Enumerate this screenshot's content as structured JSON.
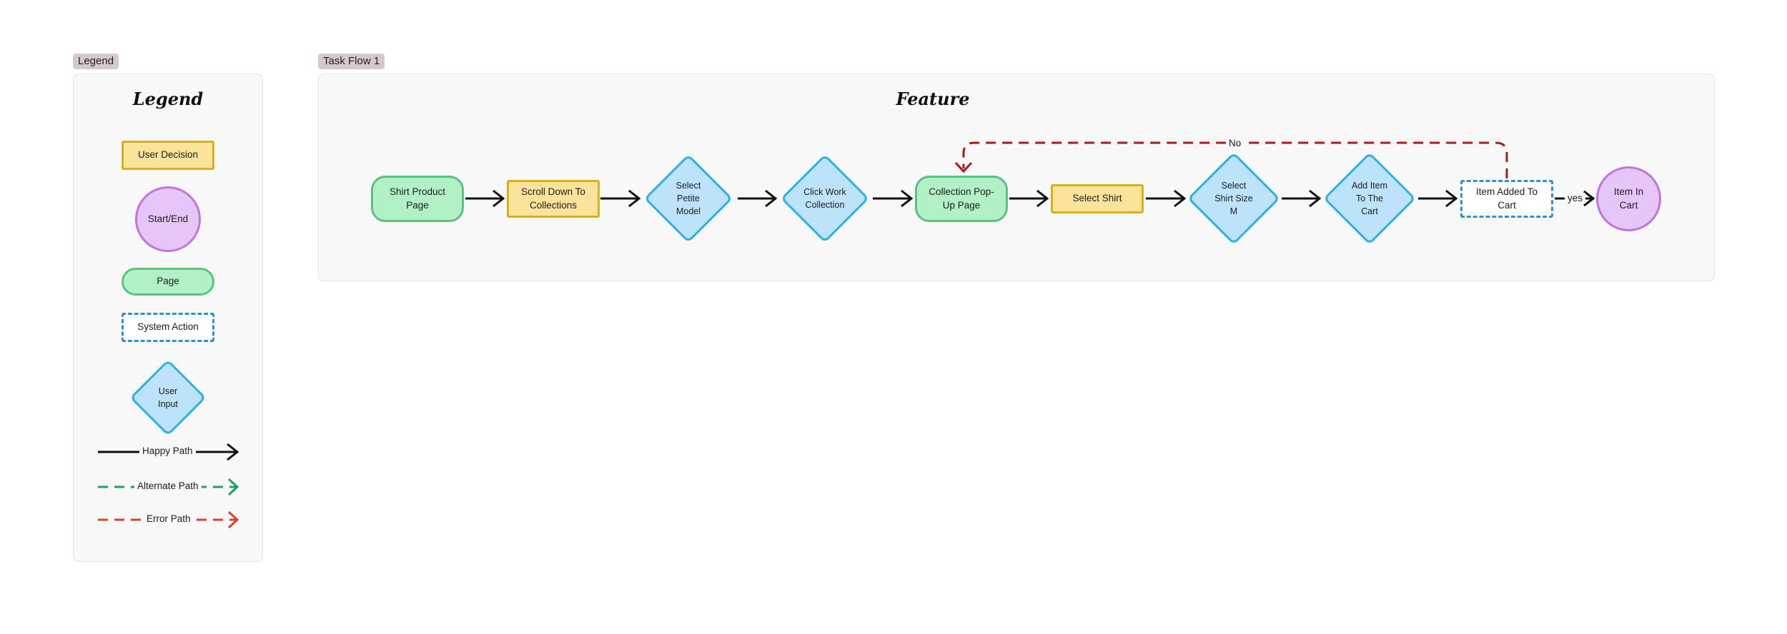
{
  "legend": {
    "tag": "Legend",
    "title": "Legend",
    "items": {
      "user_decision": "User Decision",
      "start_end": "Start/End",
      "page": "Page",
      "system_action": "System Action",
      "user_input": "User\nInput"
    },
    "paths": {
      "happy": "Happy Path",
      "alternate": "Alternate Path",
      "error": "Error Path"
    }
  },
  "taskflow": {
    "tag": "Task Flow 1",
    "title": "Feature",
    "nodes": {
      "shirt_product_page": "Shirt Product\nPage",
      "scroll_down": "Scroll Down To\nCollections",
      "select_petite": "Select\nPetite\nModel",
      "click_work": "Click Work\nCollection",
      "collection_popup": "Collection Pop-\nUp Page",
      "select_shirt": "Select Shirt",
      "select_size": "Select\nShirt Size\nM",
      "add_item": "Add Item\nTo The\nCart",
      "item_added": "Item Added To\nCart",
      "item_in_cart": "Item In\nCart"
    },
    "edge_labels": {
      "no": "No",
      "yes": "yes"
    }
  },
  "colors": {
    "page_fill": "#b2f1c6",
    "decision_fill": "#fbe49a",
    "start_end_fill": "#e6c6f9",
    "input_fill": "#bde3fb",
    "system_action_border": "#2a93d6",
    "happy_path": "#111111",
    "alternate_path": "#1aa35a",
    "error_path": "#d2462a",
    "loop_back": "#b01818"
  }
}
